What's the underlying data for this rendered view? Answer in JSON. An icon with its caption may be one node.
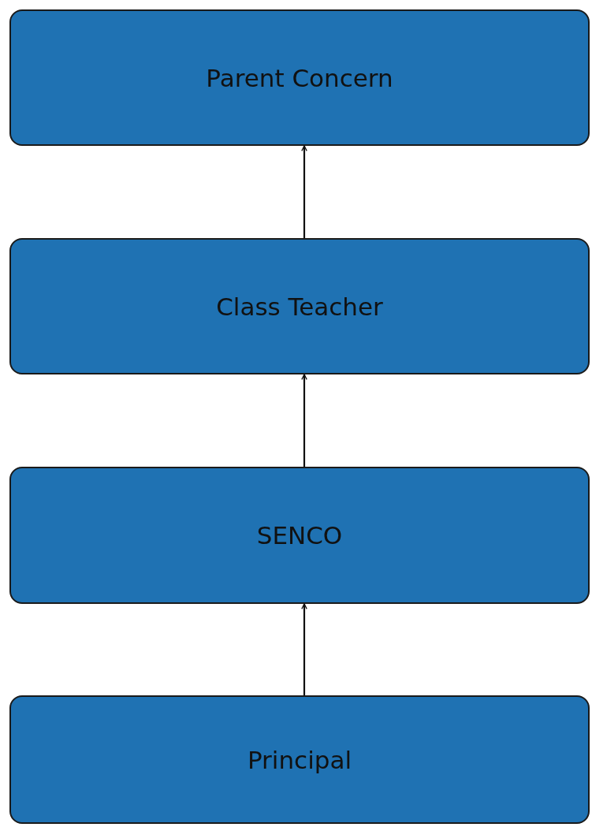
{
  "diagram": {
    "nodes": [
      {
        "text": [
          "Parent Concern"
        ]
      },
      {
        "text": [
          "Class Teacher"
        ]
      },
      {
        "text": [
          "SENCO"
        ]
      },
      {
        "text": [
          "Principal"
        ]
      }
    ],
    "edges": [
      {
        "from": 1,
        "to": 0,
        "arrow": "to"
      },
      {
        "from": 2,
        "to": 1,
        "arrow": "to"
      },
      {
        "from": 3,
        "to": 2,
        "arrow": "to"
      }
    ]
  }
}
